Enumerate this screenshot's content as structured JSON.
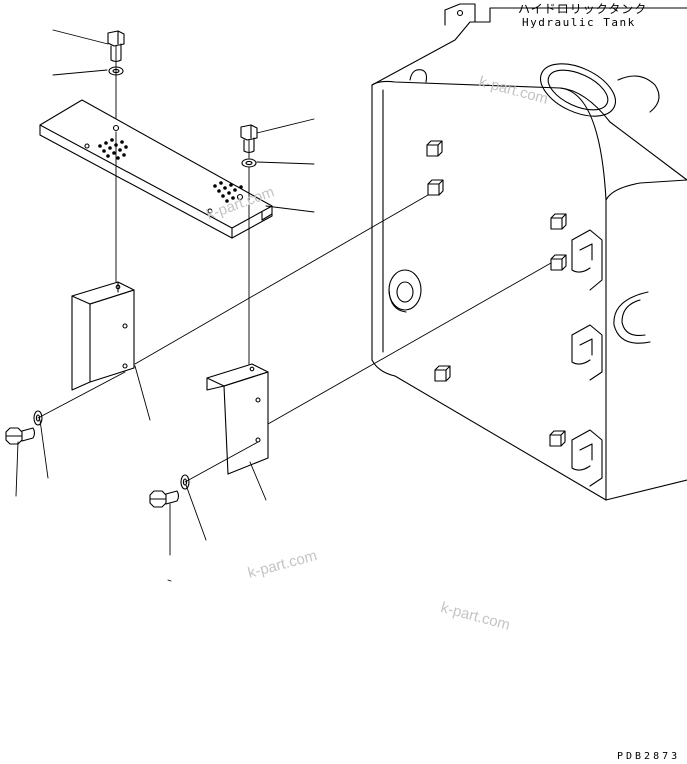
{
  "title": {
    "japanese": "ハイドロリックタンク",
    "english": "Hydraulic Tank"
  },
  "drawing_code": "PDB2873",
  "watermark": "k-part.com",
  "colors": {
    "line": "#000000",
    "watermark": "#c4c4c4",
    "background": "#ffffff"
  },
  "parts": [
    "bolt-top-left",
    "washer-top-left",
    "plate-top",
    "bolt-top-right",
    "washer-top-right",
    "bracket-left",
    "bracket-right",
    "bolt-lower-left",
    "washer-lower-left",
    "bolt-lower-right",
    "washer-lower-right",
    "hydraulic-tank"
  ]
}
